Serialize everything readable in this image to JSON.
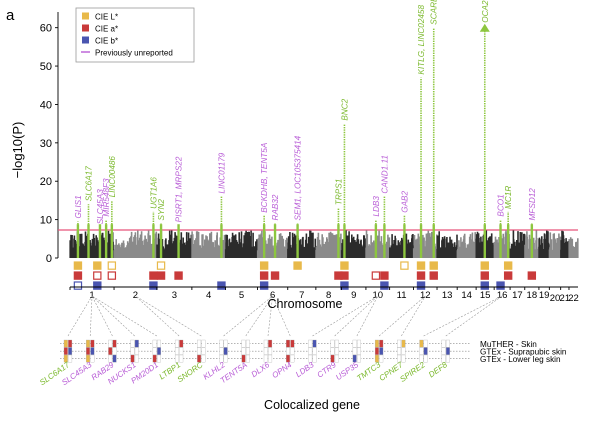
{
  "panel_label": "a",
  "chart_data": {
    "type": "scatter",
    "subtype": "manhattan",
    "ylabel": "−log10(P)",
    "xlabel": "Chromosome",
    "ylim": [
      0,
      62
    ],
    "yticks": [
      0,
      10,
      20,
      30,
      40,
      50,
      60
    ],
    "threshold": 7.3,
    "threshold_color": "#e8537a",
    "chromosomes": [
      "1",
      "2",
      "3",
      "4",
      "5",
      "6",
      "7",
      "8",
      "9",
      "10",
      "11",
      "12",
      "13",
      "14",
      "15",
      "16",
      "17",
      "18",
      "19",
      "20",
      "21",
      "22"
    ],
    "chrom_sizes": [
      249,
      242,
      198,
      190,
      181,
      171,
      159,
      145,
      138,
      134,
      135,
      133,
      114,
      107,
      102,
      90,
      83,
      80,
      59,
      64,
      47,
      51
    ],
    "legend": [
      {
        "label": "CIE L*",
        "color": "#e8b94a",
        "shape": "square"
      },
      {
        "label": "CIE a*",
        "color": "#c93a3a",
        "shape": "square"
      },
      {
        "label": "CIE b*",
        "color": "#4a55b0",
        "shape": "square"
      },
      {
        "label": "Previously unreported",
        "color": "#b85cd6",
        "shape": "line"
      }
    ],
    "peaks": [
      {
        "chr": 1,
        "pos": 0.18,
        "y": 9.5,
        "gene": "GLIS1",
        "color": "#b85cd6"
      },
      {
        "chr": 1,
        "pos": 0.42,
        "y": 14,
        "gene": "SLC6A17",
        "color": "#7ab82b"
      },
      {
        "chr": 1,
        "pos": 0.68,
        "y": 8,
        "gene": "SLC45A3",
        "color": "#b85cd6"
      },
      {
        "chr": 1,
        "pos": 0.82,
        "y": 10,
        "gene": "MIR548F3",
        "color": "#b85cd6"
      },
      {
        "chr": 1,
        "pos": 0.95,
        "y": 15,
        "gene": "LINC00486",
        "color": "#7ab82b"
      },
      {
        "chr": 2,
        "pos": 0.92,
        "y": 12,
        "gene": "UGT1A6",
        "color": "#7ab82b"
      },
      {
        "chr": 3,
        "pos": 0.12,
        "y": 9,
        "gene": "SYN2",
        "color": "#7ab82b"
      },
      {
        "chr": 3,
        "pos": 0.62,
        "y": 8.5,
        "gene": "PISRT1, MRPS22",
        "color": "#b85cd6"
      },
      {
        "chr": 4,
        "pos": 0.88,
        "y": 16,
        "gene": "LINC01179",
        "color": "#b85cd6"
      },
      {
        "chr": 6,
        "pos": 0.22,
        "y": 11,
        "gene": "BCKDHB, TENT5A",
        "color": "#b85cd6"
      },
      {
        "chr": 6,
        "pos": 0.58,
        "y": 9,
        "gene": "RAB32",
        "color": "#b85cd6"
      },
      {
        "chr": 7,
        "pos": 0.35,
        "y": 9,
        "gene": "SEM1, LOC105375414",
        "color": "#b85cd6"
      },
      {
        "chr": 8,
        "pos": 0.88,
        "y": 13,
        "gene": "TRPS1",
        "color": "#7ab82b"
      },
      {
        "chr": 9,
        "pos": 0.12,
        "y": 35,
        "gene": "BNC2",
        "color": "#7ab82b"
      },
      {
        "chr": 10,
        "pos": 0.42,
        "y": 10,
        "gene": "LDB3",
        "color": "#b85cd6"
      },
      {
        "chr": 10,
        "pos": 0.78,
        "y": 16,
        "gene": "CAND1.11",
        "color": "#b85cd6"
      },
      {
        "chr": 11,
        "pos": 0.62,
        "y": 11,
        "gene": "GAB2",
        "color": "#b85cd6"
      },
      {
        "chr": 12,
        "pos": 0.32,
        "y": 47,
        "gene": "KITLG, LINC02458",
        "color": "#7ab82b"
      },
      {
        "chr": 12,
        "pos": 0.86,
        "y": 60,
        "gene": "SCARB1",
        "color": "#7ab82b"
      },
      {
        "chr": 15,
        "pos": 0.48,
        "y": 62,
        "gene": "OCA2",
        "color": "#7ab82b",
        "arrow": true
      },
      {
        "chr": 16,
        "pos": 0.4,
        "y": 10,
        "gene": "BCO1",
        "color": "#b85cd6"
      },
      {
        "chr": 16,
        "pos": 0.88,
        "y": 12,
        "gene": "MC1R",
        "color": "#7ab82b"
      },
      {
        "chr": 18,
        "pos": 0.5,
        "y": 9,
        "gene": "MFSD12",
        "color": "#b85cd6"
      }
    ],
    "trait_markers": [
      {
        "chr": 1,
        "pos": 0.18,
        "L": "filled",
        "a": "filled",
        "b": "open"
      },
      {
        "chr": 1,
        "pos": 0.62,
        "L": "filled",
        "a": "open",
        "b": "filled"
      },
      {
        "chr": 1,
        "pos": 0.95,
        "L": "open",
        "a": "open",
        "b": ""
      },
      {
        "chr": 2,
        "pos": 0.92,
        "L": "",
        "a": "filled",
        "b": "filled"
      },
      {
        "chr": 3,
        "pos": 0.12,
        "L": "open",
        "a": "filled",
        "b": ""
      },
      {
        "chr": 3,
        "pos": 0.62,
        "L": "",
        "a": "filled",
        "b": ""
      },
      {
        "chr": 4,
        "pos": 0.88,
        "L": "",
        "a": "",
        "b": "filled"
      },
      {
        "chr": 6,
        "pos": 0.22,
        "L": "filled",
        "a": "filled",
        "b": "filled"
      },
      {
        "chr": 6,
        "pos": 0.58,
        "L": "",
        "a": "filled",
        "b": ""
      },
      {
        "chr": 7,
        "pos": 0.35,
        "L": "filled",
        "a": "",
        "b": ""
      },
      {
        "chr": 8,
        "pos": 0.88,
        "L": "",
        "a": "filled",
        "b": ""
      },
      {
        "chr": 9,
        "pos": 0.12,
        "L": "filled",
        "a": "filled",
        "b": "filled"
      },
      {
        "chr": 10,
        "pos": 0.42,
        "L": "",
        "a": "open",
        "b": ""
      },
      {
        "chr": 10,
        "pos": 0.78,
        "L": "",
        "a": "filled",
        "b": "filled"
      },
      {
        "chr": 11,
        "pos": 0.62,
        "L": "open",
        "a": "",
        "b": ""
      },
      {
        "chr": 12,
        "pos": 0.32,
        "L": "filled",
        "a": "filled",
        "b": "filled"
      },
      {
        "chr": 12,
        "pos": 0.86,
        "L": "filled",
        "a": "filled",
        "b": ""
      },
      {
        "chr": 15,
        "pos": 0.48,
        "L": "filled",
        "a": "filled",
        "b": "filled"
      },
      {
        "chr": 16,
        "pos": 0.4,
        "L": "",
        "a": "",
        "b": "filled"
      },
      {
        "chr": 16,
        "pos": 0.88,
        "L": "filled",
        "a": "filled",
        "b": ""
      },
      {
        "chr": 18,
        "pos": 0.5,
        "L": "",
        "a": "filled",
        "b": ""
      }
    ],
    "colocalization": {
      "tracks": [
        "MuTHER - Skin",
        "GTEx - Suprapubic skin",
        "GTEx - Lower leg skin"
      ],
      "genes": [
        {
          "name": "SLC6A17",
          "color": "#7ab82b",
          "cells": [
            "#e8b94a",
            "#c93a3a",
            "#e8b94a",
            "#c93a3a",
            "#4a55b0",
            ""
          ]
        },
        {
          "name": "SLC45A3",
          "color": "#b85cd6",
          "cells": [
            "#e8b94a",
            "#c93a3a",
            "#e8b94a",
            "#c93a3a",
            "#4a55b0",
            ""
          ]
        },
        {
          "name": "RAB29",
          "color": "#b85cd6",
          "cells": [
            "",
            "#c93a3a",
            "",
            "#c93a3a",
            "",
            "#4a55b0"
          ]
        },
        {
          "name": "NUCKS1",
          "color": "#b85cd6",
          "cells": [
            "",
            "",
            "#c93a3a",
            "#4a55b0",
            "",
            ""
          ]
        },
        {
          "name": "PM20D1",
          "color": "#b85cd6",
          "cells": [
            "",
            "",
            "#c93a3a",
            "",
            "#4a55b0",
            ""
          ]
        },
        {
          "name": "LTBP1",
          "color": "#7ab82b",
          "cells": [
            "",
            "",
            "",
            "#c93a3a",
            "",
            ""
          ]
        },
        {
          "name": "SNORC",
          "color": "#7ab82b",
          "cells": [
            "",
            "",
            "#c93a3a",
            "",
            "",
            ""
          ]
        },
        {
          "name": "KLHL2",
          "color": "#b85cd6",
          "cells": [
            "",
            "",
            "",
            "",
            "#4a55b0",
            ""
          ]
        },
        {
          "name": "TENT5A",
          "color": "#b85cd6",
          "cells": [
            "",
            "",
            "#c93a3a",
            "",
            "",
            ""
          ]
        },
        {
          "name": "DLX6",
          "color": "#b85cd6",
          "cells": [
            "",
            "",
            "",
            "#c93a3a",
            "",
            ""
          ]
        },
        {
          "name": "OPN4",
          "color": "#b85cd6",
          "cells": [
            "#c93a3a",
            "",
            "#c93a3a",
            "#c93a3a",
            "",
            ""
          ]
        },
        {
          "name": "LDB3",
          "color": "#b85cd6",
          "cells": [
            "",
            "",
            "",
            "#4a55b0",
            "",
            ""
          ]
        },
        {
          "name": "CTR9",
          "color": "#b85cd6",
          "cells": [
            "",
            "",
            "#c93a3a",
            "",
            "",
            ""
          ]
        },
        {
          "name": "USP35",
          "color": "#b85cd6",
          "cells": [
            "",
            "",
            "#4a55b0",
            "",
            "",
            ""
          ]
        },
        {
          "name": "TMTC3",
          "color": "#7ab82b",
          "cells": [
            "#e8b94a",
            "#c93a3a",
            "#e8b94a",
            "#c93a3a",
            "#4a55b0",
            ""
          ]
        },
        {
          "name": "CPNE7",
          "color": "#7ab82b",
          "cells": [
            "",
            "",
            "",
            "#e8b94a",
            "",
            ""
          ]
        },
        {
          "name": "SPIRE2",
          "color": "#7ab82b",
          "cells": [
            "#e8b94a",
            "",
            "",
            "",
            "#4a55b0",
            ""
          ]
        },
        {
          "name": "DEF8",
          "color": "#7ab82b",
          "cells": [
            "",
            "",
            "",
            "",
            "#4a55b0",
            ""
          ]
        }
      ]
    },
    "coloc_xlabel": "Colocalized gene"
  }
}
